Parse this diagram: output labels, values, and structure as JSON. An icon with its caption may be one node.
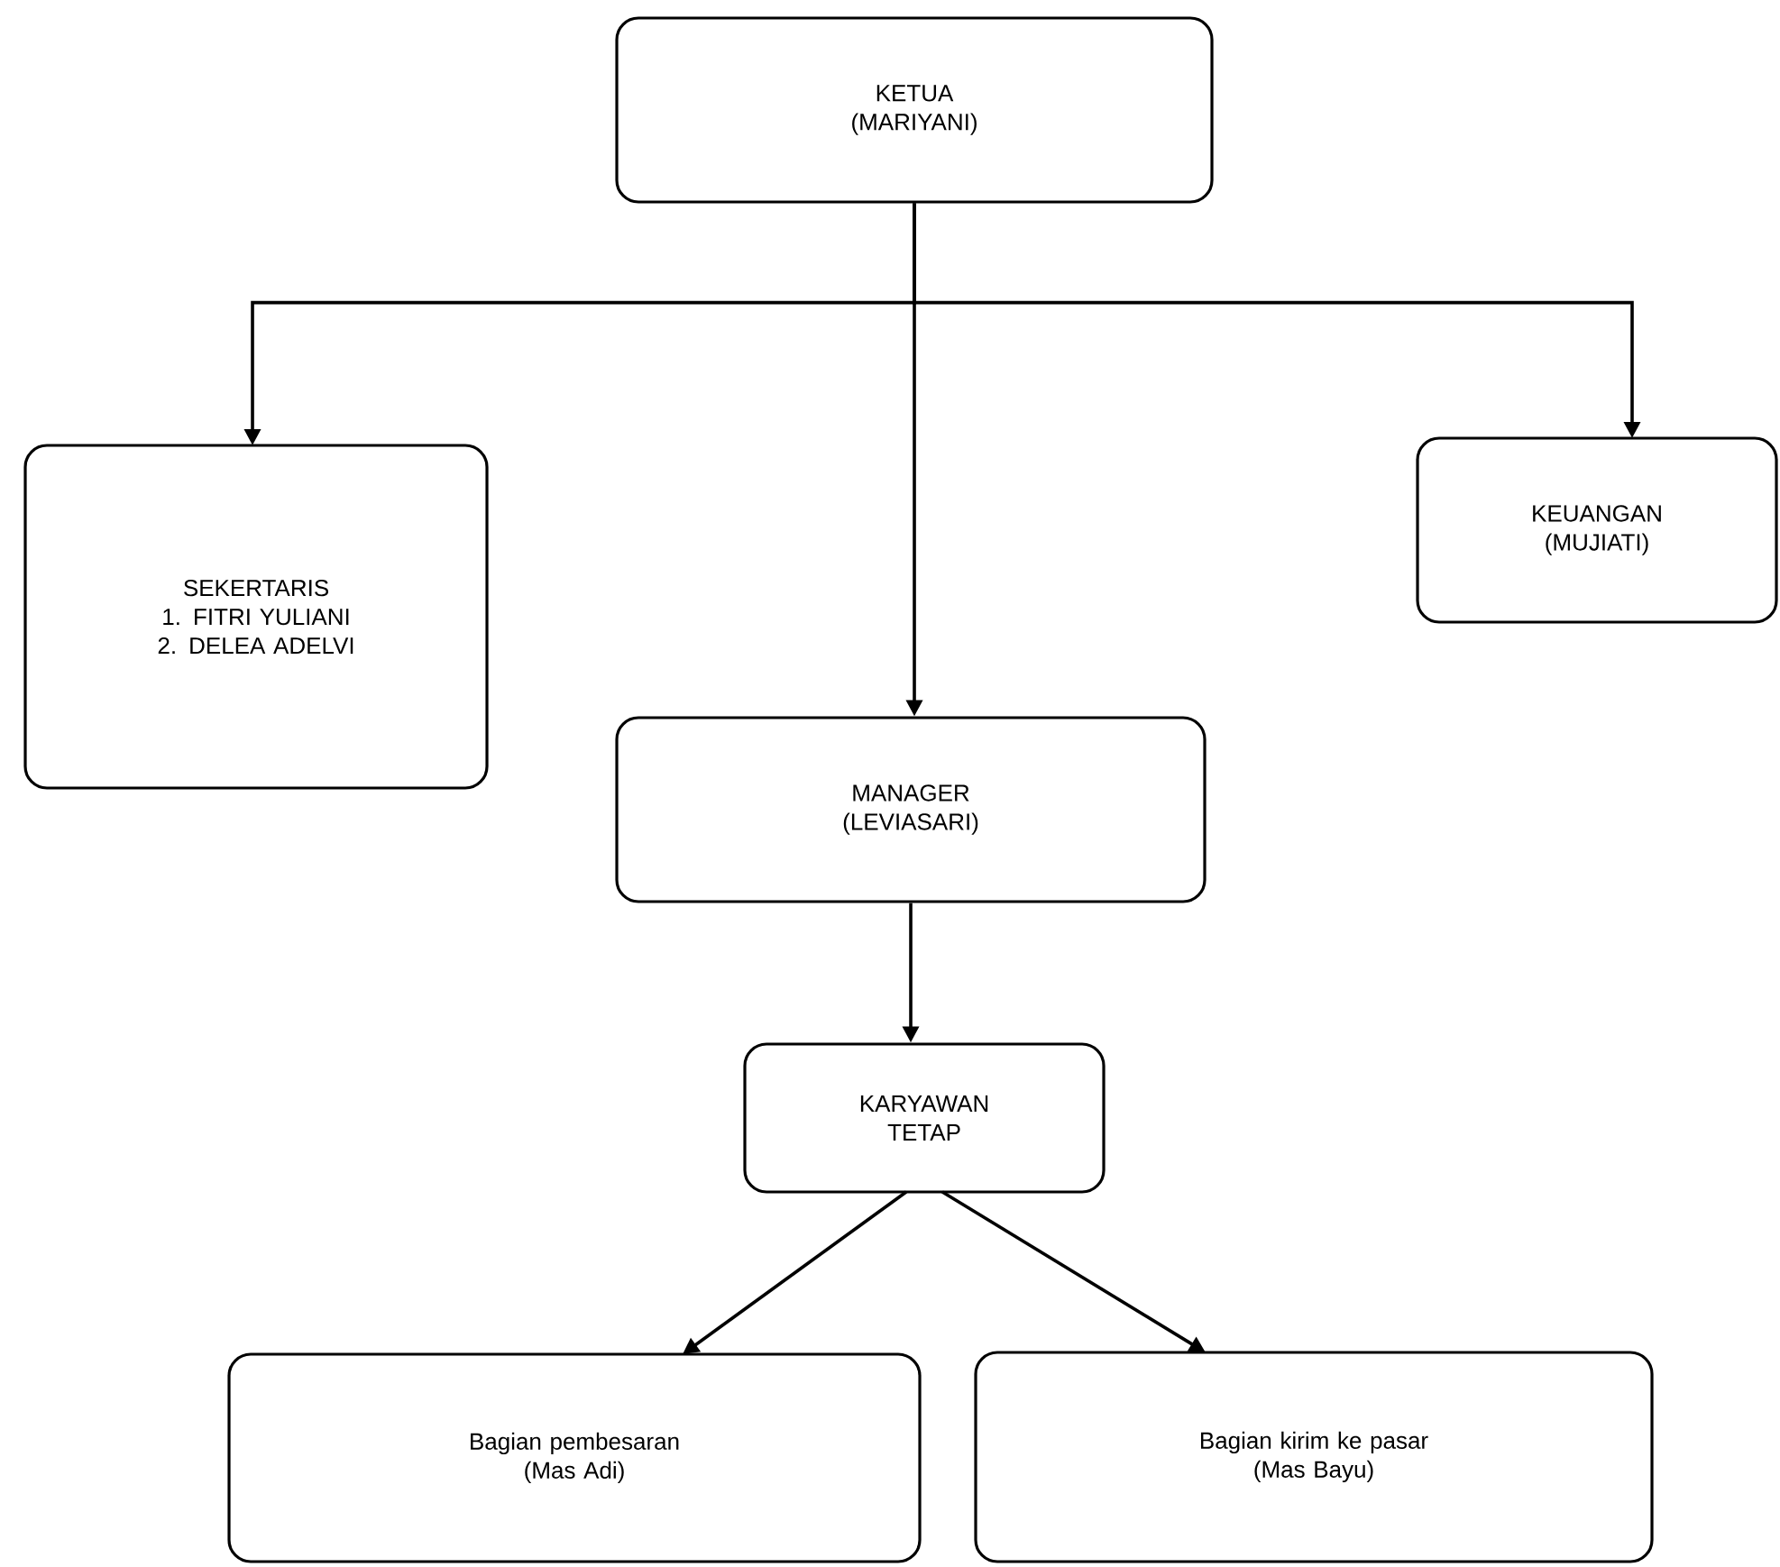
{
  "diagram": {
    "nodes": [
      {
        "text": [
          "KETUA",
          "(MARIYANI)"
        ]
      },
      {
        "text": [
          "SEKERTARIS",
          "1. FITRI YULIANI",
          "2. DELEA ADELVI"
        ]
      },
      {
        "text": [
          "KEUANGAN",
          "(MUJIATI)"
        ]
      },
      {
        "text": [
          "MANAGER",
          "(LEVIASARI)"
        ]
      },
      {
        "text": [
          "KARYAWAN TETAP"
        ]
      },
      {
        "text": [
          "Bagian pembesaran",
          "(Mas Adi)"
        ]
      },
      {
        "text": [
          "Bagian kirim ke pasar",
          "(Mas Bayu)"
        ]
      }
    ],
    "edges": [
      {
        "from": 0,
        "to": 1,
        "arrow": "to"
      },
      {
        "from": 0,
        "to": 2,
        "arrow": "to"
      },
      {
        "from": 0,
        "to": 3,
        "arrow": "to"
      },
      {
        "from": 3,
        "to": 4,
        "arrow": "to"
      },
      {
        "from": 4,
        "to": 5,
        "arrow": "to"
      },
      {
        "from": 4,
        "to": 6,
        "arrow": "to"
      }
    ]
  }
}
